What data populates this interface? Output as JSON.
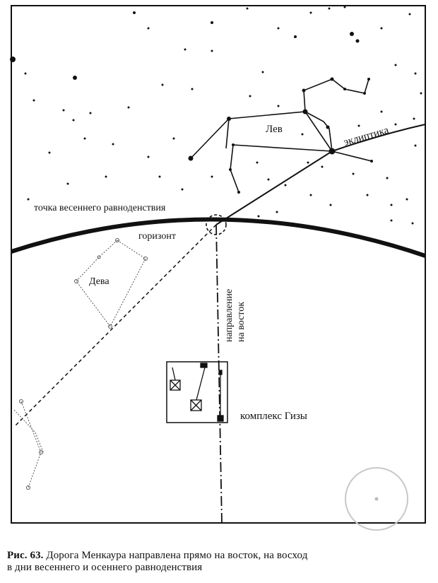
{
  "labels": {
    "lion": "Лев",
    "ecliptic": "эклиптика",
    "equinox_point": "точка весеннего равноденствия",
    "horizon": "горизонт",
    "virgo": "Дева",
    "east_line1": "направление",
    "east_line2": "на восток",
    "giza": "комплекс Гизы"
  },
  "caption": {
    "number": "Рис. 63.",
    "line1": "Дорога Менкаура направлена прямо на восток, на восход",
    "line2": "в дни весеннего и осеннего равноденствия"
  },
  "colors": {
    "ink": "#111111",
    "faint": "#9a9a9a",
    "paper": "#ffffff"
  }
}
